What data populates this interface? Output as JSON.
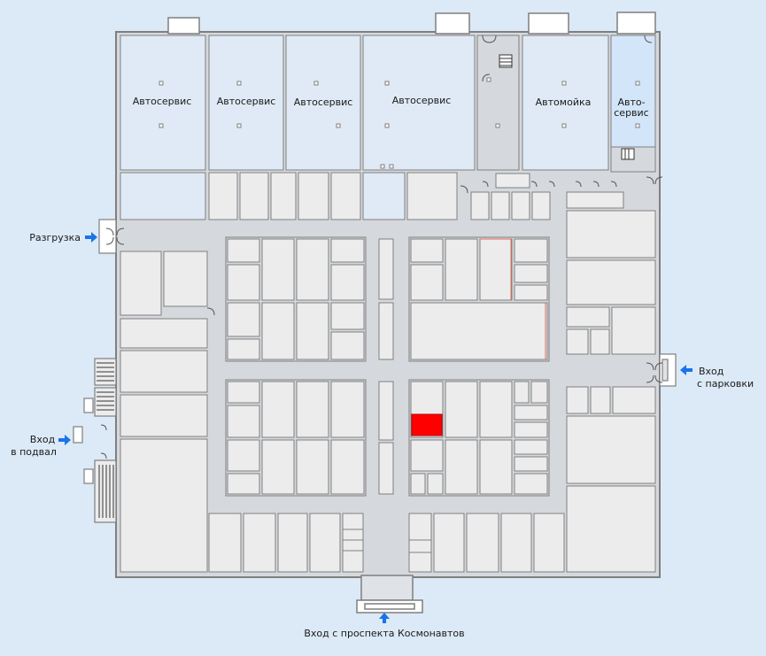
{
  "colors": {
    "background": "#dce9f6",
    "unit": "#ececec",
    "corridor": "#d5d9dd",
    "auto_unit": "#dfeaf6",
    "auto_unit_highlight": "#d3e5f8",
    "wall": "#7f7f7f",
    "arrow": "#1a73e8",
    "selected": "#ff0000",
    "accent_line": "#e07060"
  },
  "zones": {
    "auto1": "Автосервис",
    "auto2": "Автосервис",
    "auto3": "Автосервис",
    "auto4": "Автосервис",
    "carwash": "Автомойка",
    "auto5_line1": "Авто-",
    "auto5_line2": "сервис"
  },
  "entrances": {
    "unloading": "Разгрузка",
    "parking_line1": "Вход",
    "parking_line2": "с парковки",
    "basement_line1": "Вход",
    "basement_line2": "в подвал",
    "main": "Вход с проспекта Космонавтов"
  },
  "icons": {
    "entrance_arrow": "arrow-icon",
    "stairs": "stairs-icon",
    "door": "door-icon"
  },
  "selected_unit": "unit-selected"
}
